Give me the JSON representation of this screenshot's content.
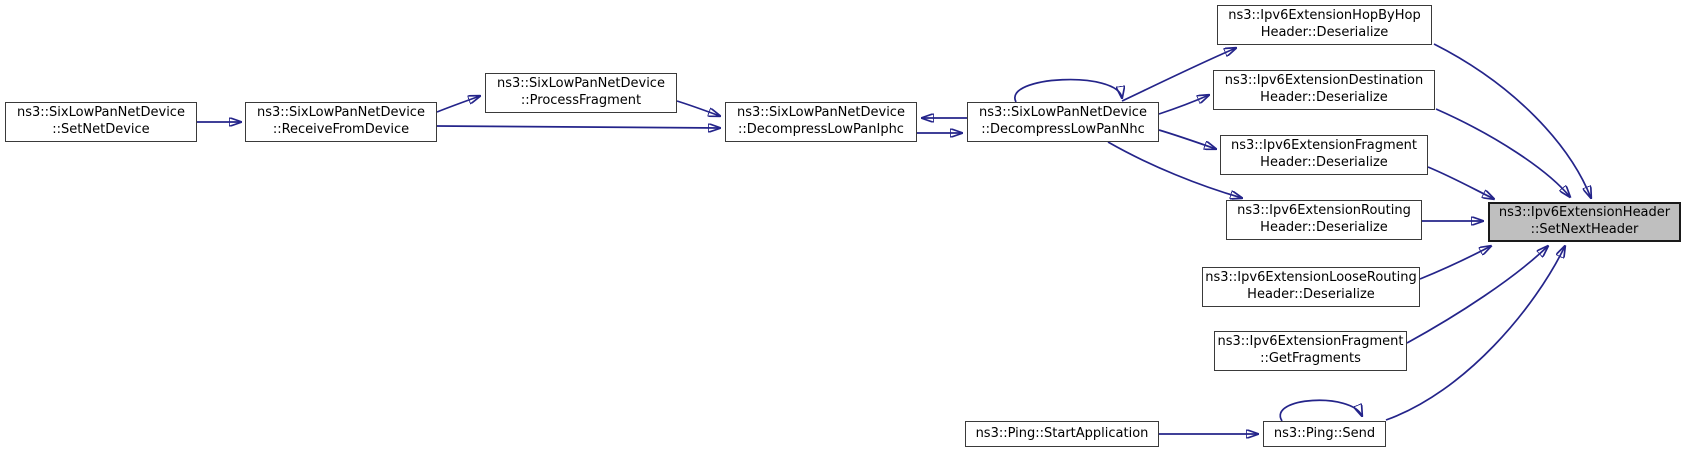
{
  "diagram": {
    "kind": "doxygen-call-graph",
    "edge_color": "#24248a",
    "node_fill": "#ffffff",
    "highlight_fill": "#bfbfbf",
    "nodes": {
      "set_net_device": {
        "label": "ns3::SixLowPanNetDevice\n::SetNetDevice"
      },
      "receive_from_device": {
        "label": "ns3::SixLowPanNetDevice\n::ReceiveFromDevice"
      },
      "process_fragment": {
        "label": "ns3::SixLowPanNetDevice\n::ProcessFragment"
      },
      "decompress_lowpan_iphc": {
        "label": "ns3::SixLowPanNetDevice\n::DecompressLowPanIphc"
      },
      "decompress_lowpan_nhc": {
        "label": "ns3::SixLowPanNetDevice\n::DecompressLowPanNhc"
      },
      "hop_by_hop_deserialize": {
        "label": "ns3::Ipv6ExtensionHopByHop\nHeader::Deserialize"
      },
      "destination_deserialize": {
        "label": "ns3::Ipv6ExtensionDestination\nHeader::Deserialize"
      },
      "fragment_deserialize": {
        "label": "ns3::Ipv6ExtensionFragment\nHeader::Deserialize"
      },
      "routing_deserialize": {
        "label": "ns3::Ipv6ExtensionRouting\nHeader::Deserialize"
      },
      "loose_routing_deserialize": {
        "label": "ns3::Ipv6ExtensionLooseRouting\nHeader::Deserialize"
      },
      "get_fragments": {
        "label": "ns3::Ipv6ExtensionFragment\n::GetFragments"
      },
      "ping_start_application": {
        "label": "ns3::Ping::StartApplication"
      },
      "ping_send": {
        "label": "ns3::Ping::Send"
      },
      "set_next_header": {
        "label": "ns3::Ipv6ExtensionHeader\n::SetNextHeader"
      }
    },
    "edges": [
      {
        "from": "set_net_device",
        "to": "receive_from_device"
      },
      {
        "from": "receive_from_device",
        "to": "process_fragment"
      },
      {
        "from": "receive_from_device",
        "to": "decompress_lowpan_iphc"
      },
      {
        "from": "process_fragment",
        "to": "decompress_lowpan_iphc"
      },
      {
        "from": "decompress_lowpan_nhc",
        "to": "decompress_lowpan_iphc"
      },
      {
        "from": "decompress_lowpan_iphc",
        "to": "decompress_lowpan_nhc"
      },
      {
        "from": "decompress_lowpan_nhc",
        "to": "decompress_lowpan_nhc",
        "self_loop": true
      },
      {
        "from": "decompress_lowpan_nhc",
        "to": "hop_by_hop_deserialize"
      },
      {
        "from": "decompress_lowpan_nhc",
        "to": "destination_deserialize"
      },
      {
        "from": "decompress_lowpan_nhc",
        "to": "fragment_deserialize"
      },
      {
        "from": "decompress_lowpan_nhc",
        "to": "routing_deserialize"
      },
      {
        "from": "hop_by_hop_deserialize",
        "to": "set_next_header"
      },
      {
        "from": "destination_deserialize",
        "to": "set_next_header"
      },
      {
        "from": "fragment_deserialize",
        "to": "set_next_header"
      },
      {
        "from": "routing_deserialize",
        "to": "set_next_header"
      },
      {
        "from": "loose_routing_deserialize",
        "to": "set_next_header"
      },
      {
        "from": "get_fragments",
        "to": "set_next_header"
      },
      {
        "from": "ping_send",
        "to": "set_next_header"
      },
      {
        "from": "ping_start_application",
        "to": "ping_send"
      },
      {
        "from": "ping_send",
        "to": "ping_send",
        "self_loop": true
      }
    ]
  }
}
